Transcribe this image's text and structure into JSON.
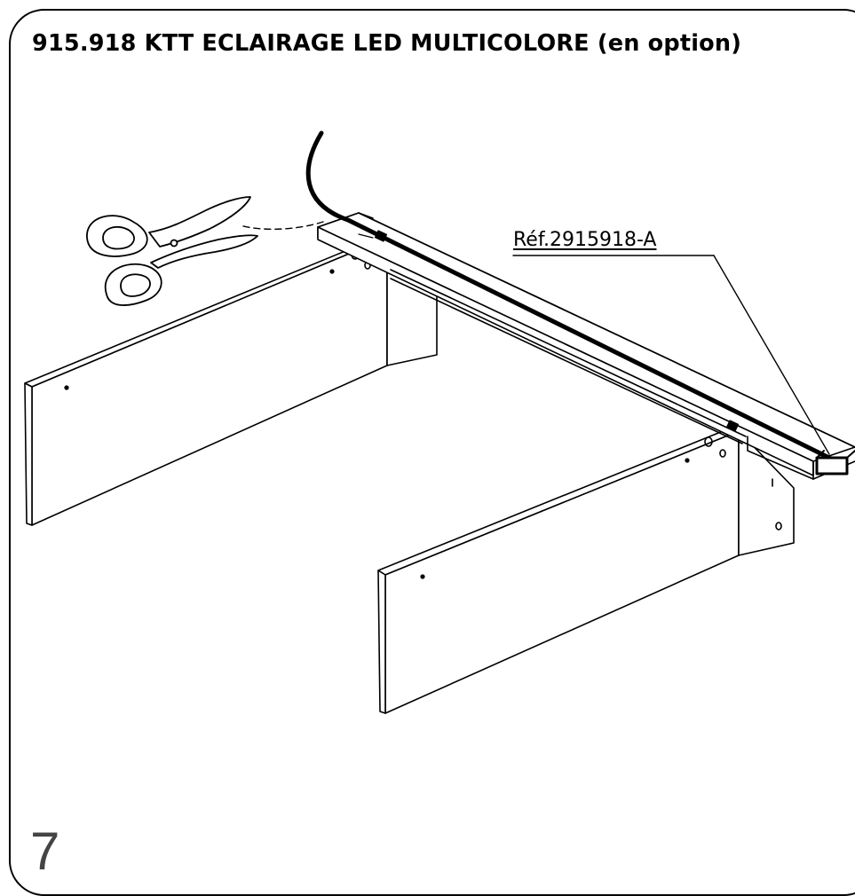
{
  "title": "915.918 KTT ECLAIRAGE LED MULTICOLORE (en option)",
  "reference": "Réf.2915918-A",
  "step": "7",
  "icons": {
    "scissors": "scissors-icon",
    "led_strip": "led-strip",
    "connector": "connector-box"
  },
  "colors": {
    "line": "#000000",
    "background": "#ffffff",
    "step_number": "#444444"
  }
}
